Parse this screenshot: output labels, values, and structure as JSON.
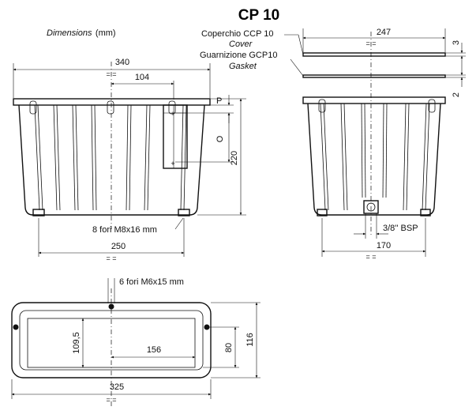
{
  "title": "CP 10",
  "dimensions_label": "Dimensions",
  "dimensions_unit": "(mm)",
  "cover_label": "Coperchio CCP 10",
  "cover_en": "Cover",
  "gasket_label": "Guarnizione GCP10",
  "gasket_en": "Gasket",
  "symmetry_mark": "= =",
  "front": {
    "width": "340",
    "offset": "104",
    "height": "220",
    "p": "P",
    "o": "O",
    "holes": "8 fori M8x16 mm",
    "base": "250"
  },
  "side": {
    "width": "247",
    "cover_thk": "3",
    "gasket_thk": "2",
    "bsp": "3/8'' BSP",
    "base": "170"
  },
  "plan": {
    "holes": "6 fori M6x15 mm",
    "inner_h": "109,5",
    "center": "156",
    "h80": "80",
    "h116": "116",
    "width": "325"
  }
}
